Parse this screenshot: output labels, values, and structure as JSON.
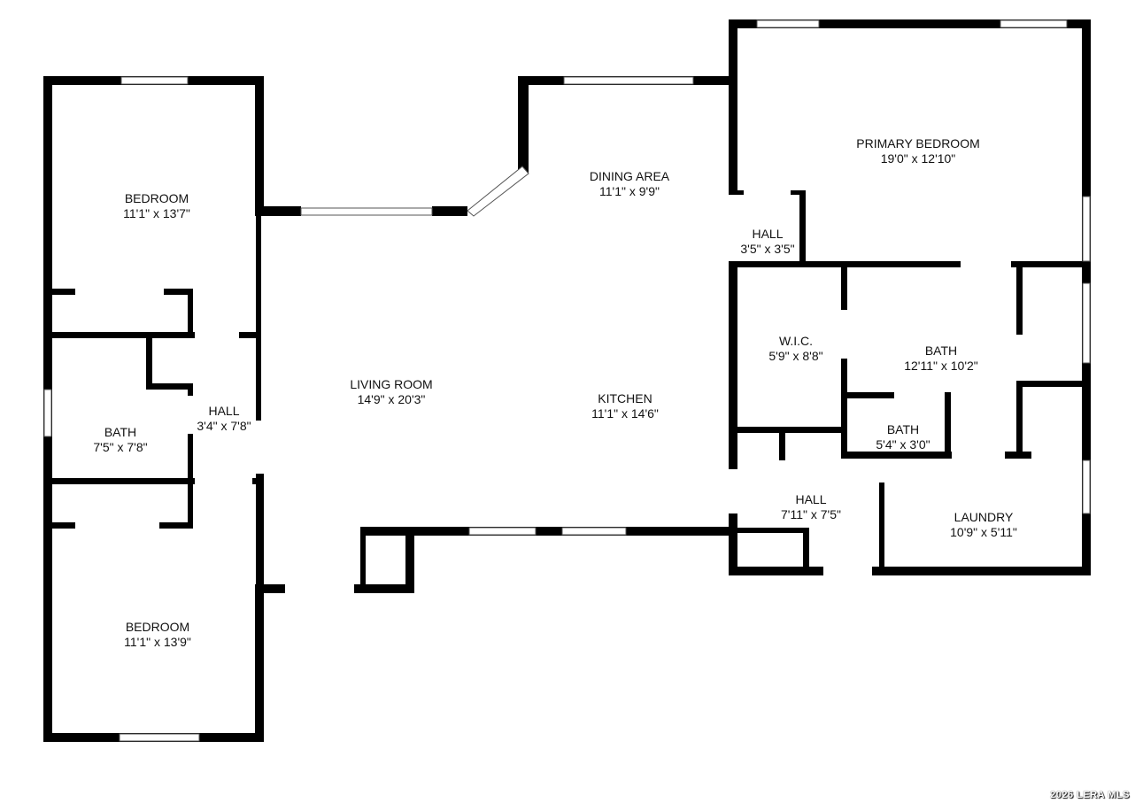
{
  "colors": {
    "wall": "#000000",
    "window": "#ffffff",
    "background": "#ffffff"
  },
  "rooms": [
    {
      "name": "BEDROOM",
      "dims": "11'1\" x 13'7\""
    },
    {
      "name": "BATH",
      "dims": "7'5\" x 7'8\""
    },
    {
      "name": "HALL",
      "dims": "3'4\" x 7'8\""
    },
    {
      "name": "BEDROOM",
      "dims": "11'1\" x 13'9\""
    },
    {
      "name": "LIVING ROOM",
      "dims": "14'9\" x 20'3\""
    },
    {
      "name": "DINING AREA",
      "dims": "11'1\" x 9'9\""
    },
    {
      "name": "KITCHEN",
      "dims": "11'1\" x 14'6\""
    },
    {
      "name": "PRIMARY BEDROOM",
      "dims": "19'0\" x 12'10\""
    },
    {
      "name": "HALL",
      "dims": "3'5\" x 3'5\""
    },
    {
      "name": "W.I.C.",
      "dims": "5'9\" x 8'8\""
    },
    {
      "name": "BATH",
      "dims": "12'11\" x 10'2\""
    },
    {
      "name": "BATH",
      "dims": "5'4\" x 3'0\""
    },
    {
      "name": "HALL",
      "dims": "7'11\" x 7'5\""
    },
    {
      "name": "LAUNDRY",
      "dims": "10'9\" x 5'11\""
    }
  ],
  "watermark": "2026 LERA MLS"
}
